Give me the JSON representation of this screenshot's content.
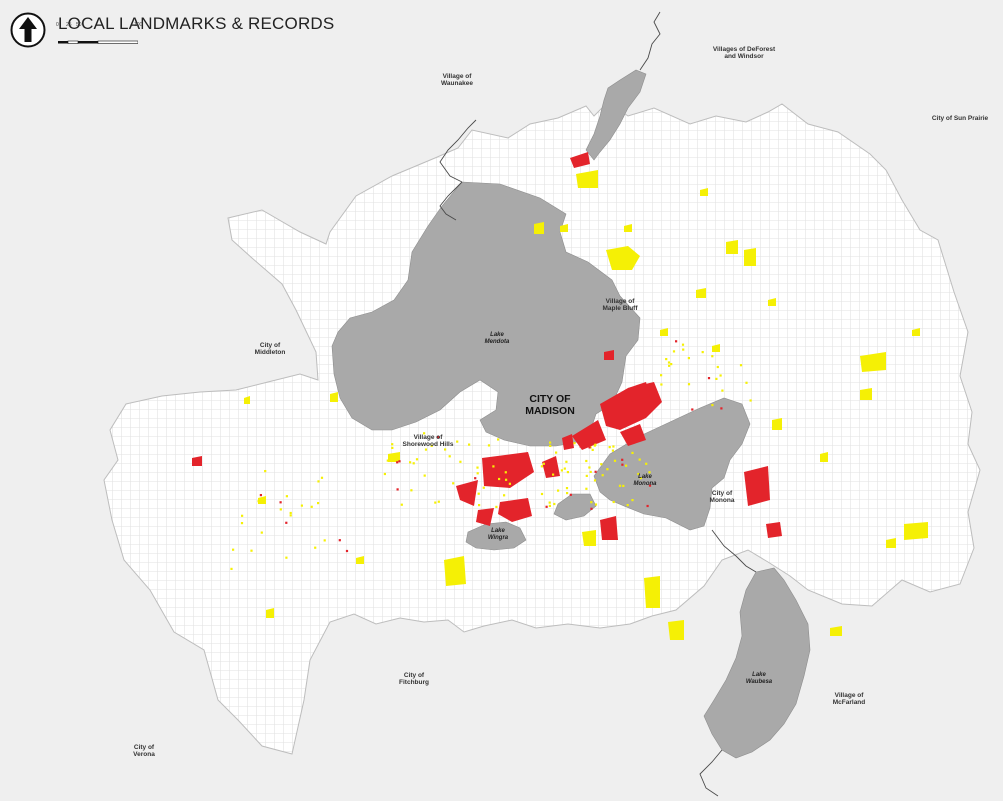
{
  "header": {
    "title": "LOCAL LANDMARKS & RECORDS",
    "scale_ticks": [
      "0",
      "25",
      "50",
      "100"
    ],
    "north_icon": "north-arrow-icon"
  },
  "city": {
    "line1": "CITY OF",
    "line2": "MADISON"
  },
  "places": {
    "waunakee": {
      "line1": "Village of",
      "line2": "Waunakee"
    },
    "deforest": {
      "line1": "Villages of DeForest",
      "line2": "and Windsor"
    },
    "sun_prairie": {
      "line1": "City of Sun Prairie"
    },
    "maple_bluff": {
      "line1": "Village of",
      "line2": "Maple Bluff"
    },
    "middleton": {
      "line1": "City of",
      "line2": "Middleton"
    },
    "shorewood": {
      "line1": "Village of",
      "line2": "Shorewood Hills"
    },
    "monona": {
      "line1": "City of",
      "line2": "Monona"
    },
    "fitchburg": {
      "line1": "City of",
      "line2": "Fitchburg"
    },
    "mcfarland": {
      "line1": "Village of",
      "line2": "McFarland"
    },
    "verona": {
      "line1": "City of",
      "line2": "Verona"
    }
  },
  "lakes": {
    "mendota": {
      "line1": "Lake",
      "line2": "Mendota"
    },
    "monona": {
      "line1": "Lake",
      "line2": "Monona"
    },
    "wingra": {
      "line1": "Lake",
      "line2": "Wingra"
    },
    "waubesa": {
      "line1": "Lake",
      "line2": "Waubesa"
    }
  },
  "colors": {
    "background": "#efefef",
    "city_fill": "#ffffff",
    "lake_fill": "#a9a9a9",
    "landmark_red": "#e3242b",
    "record_yellow": "#f5f005",
    "road": "#d9d9d9"
  }
}
